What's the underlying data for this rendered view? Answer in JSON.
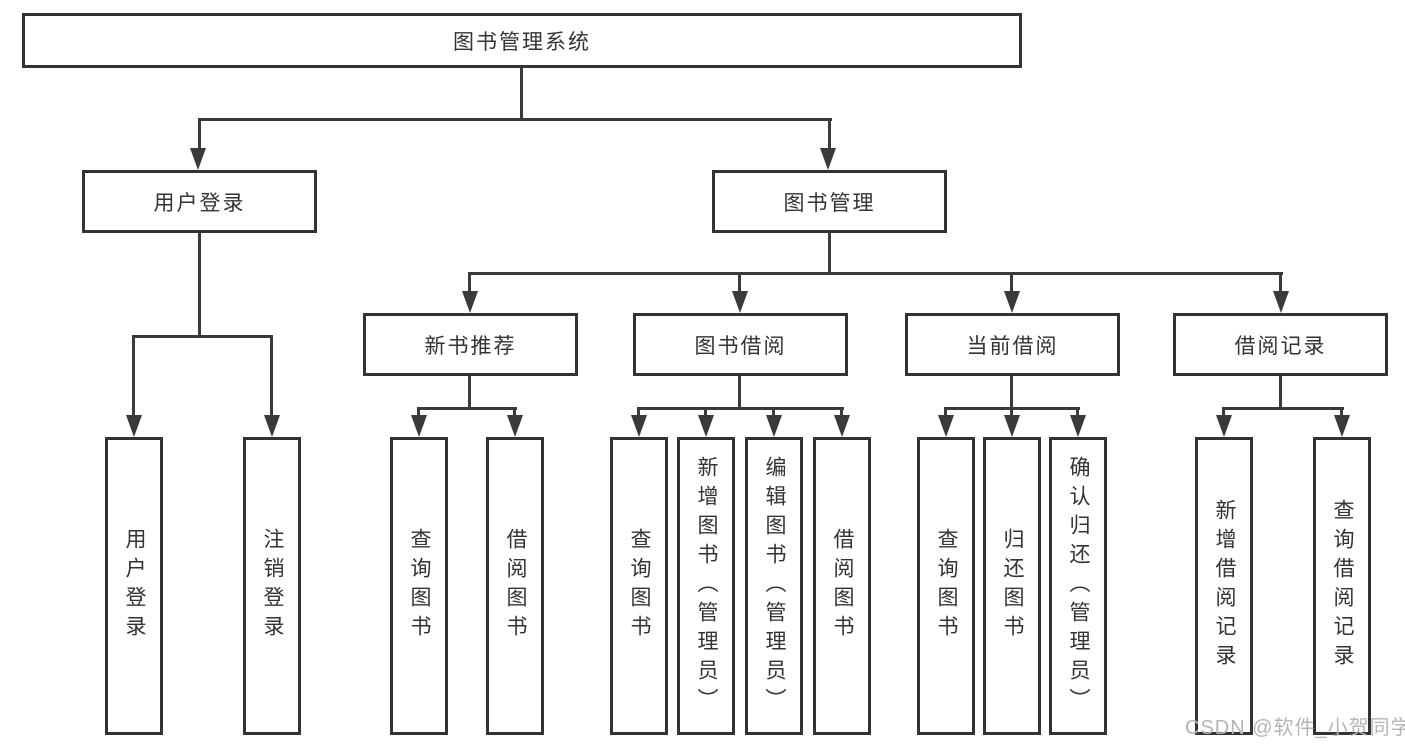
{
  "root": {
    "label": "图书管理系统"
  },
  "level2": [
    {
      "label": "用户登录"
    },
    {
      "label": "图书管理"
    }
  ],
  "level3": [
    {
      "label": "新书推荐"
    },
    {
      "label": "图书借阅"
    },
    {
      "label": "当前借阅"
    },
    {
      "label": "借阅记录"
    }
  ],
  "leaves": [
    {
      "label": "用户登录"
    },
    {
      "label": "注销登录"
    },
    {
      "label": "查询图书"
    },
    {
      "label": "借阅图书"
    },
    {
      "label": "查询图书"
    },
    {
      "label": "新增图书（管理员）"
    },
    {
      "label": "编辑图书（管理员）"
    },
    {
      "label": "借阅图书"
    },
    {
      "label": "查询图书"
    },
    {
      "label": "归还图书"
    },
    {
      "label": "确认归还（管理员）"
    },
    {
      "label": "新增借阅记录"
    },
    {
      "label": "查询借阅记录"
    }
  ],
  "watermark": {
    "text": "CSDN @软件_小贺同学"
  },
  "colors": {
    "line": "#3a3a3a",
    "border": "#333333",
    "text": "#333333",
    "watermark": "#b5b5b5",
    "background": "#ffffff"
  }
}
